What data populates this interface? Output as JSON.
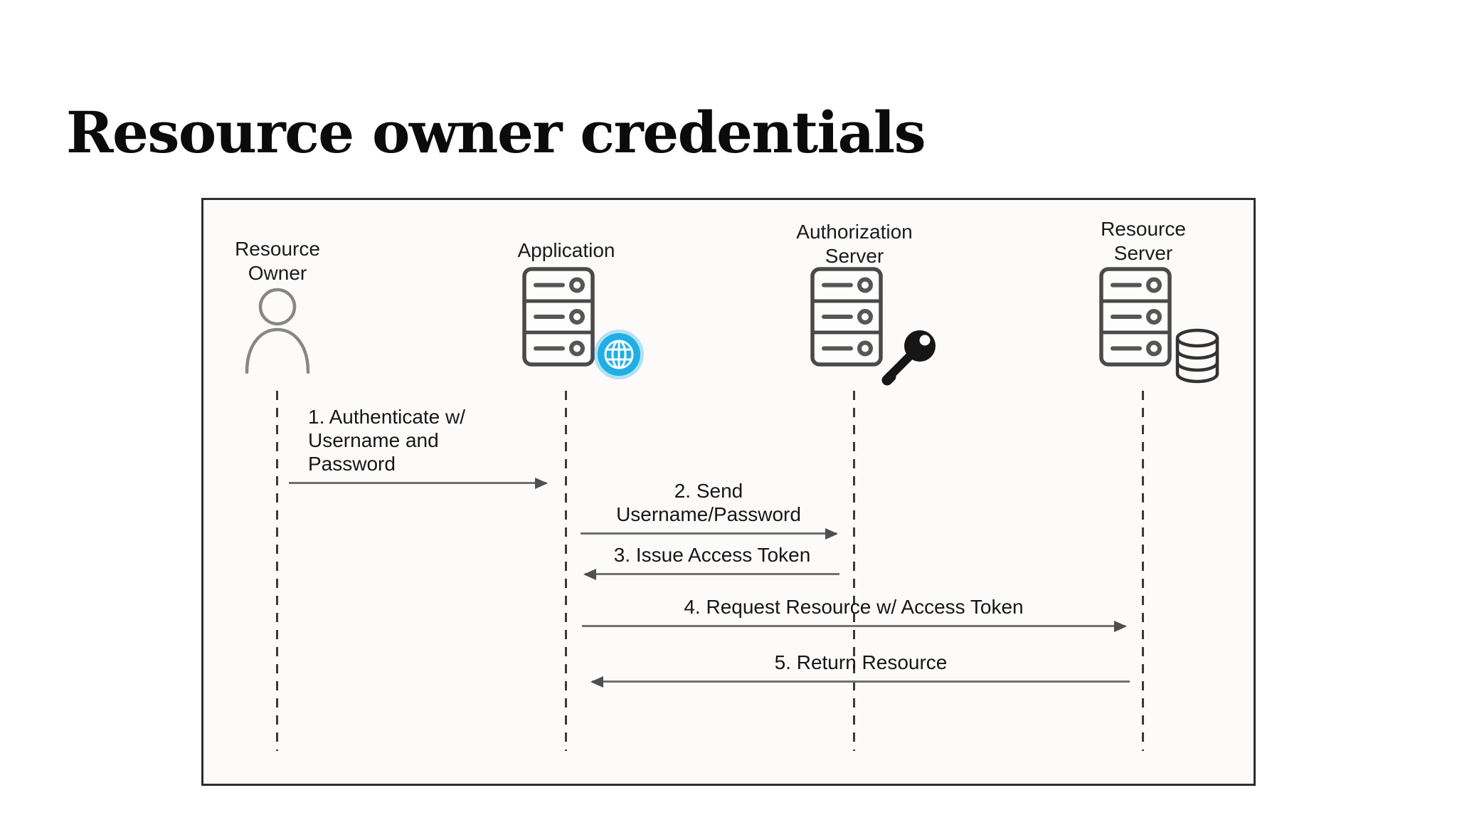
{
  "slide": {
    "title": "Resource owner credentials"
  },
  "diagram": {
    "actors": [
      {
        "name": "Resource Owner",
        "icon": "person-icon",
        "badge": null
      },
      {
        "name": "Application",
        "icon": "server-icon",
        "badge": "globe-badge-icon"
      },
      {
        "name": "Authorization Server",
        "icon": "server-icon",
        "badge": "key-badge-icon"
      },
      {
        "name": "Resource Server",
        "icon": "server-icon",
        "badge": "database-badge-icon"
      }
    ],
    "messages": [
      {
        "step": 1,
        "label": "1. Authenticate w/ Username and Password",
        "from": "Resource Owner",
        "to": "Application",
        "direction": "right"
      },
      {
        "step": 2,
        "label": "2. Send Username/Password",
        "from": "Application",
        "to": "Authorization Server",
        "direction": "right"
      },
      {
        "step": 3,
        "label": "3. Issue Access Token",
        "from": "Authorization Server",
        "to": "Application",
        "direction": "left"
      },
      {
        "step": 4,
        "label": "4. Request Resource w/ Access Token",
        "from": "Application",
        "to": "Resource Server",
        "direction": "right"
      },
      {
        "step": 5,
        "label": "5. Return Resource",
        "from": "Resource Server",
        "to": "Application",
        "direction": "left"
      }
    ],
    "colors": {
      "panel_background": "#fcfbfa",
      "panel_border": "#2d2d2d",
      "globe_badge": "#1faee5",
      "key_badge": "#161616",
      "icon_stroke": "#4a4a4a",
      "person_stroke": "#878787",
      "arrow_line": "#707070",
      "arrow_head": "#4f4f4f",
      "lifeline": "#3a3a3a",
      "title_text": "#0b0b0b"
    }
  }
}
